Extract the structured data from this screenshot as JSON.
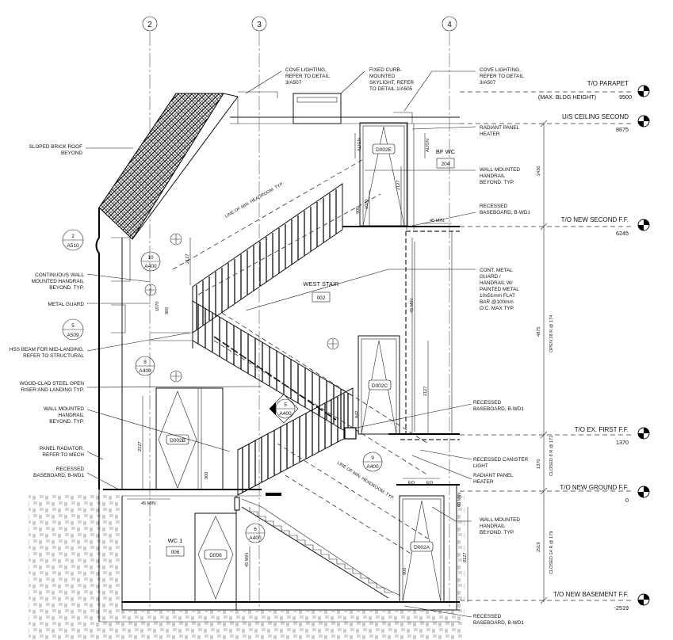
{
  "grid_lines": [
    "2",
    "3",
    "4"
  ],
  "levels": [
    {
      "name": "T/O PARAPET",
      "note": "(MAX. BLDG HEIGHT)",
      "elevation": "9500"
    },
    {
      "name": "U/S CEILING SECOND",
      "elevation": "8675"
    },
    {
      "name": "T/O NEW SECOND F.F.",
      "elevation": "6245"
    },
    {
      "name": "T/O EX. FIRST F.F.",
      "elevation": "1370"
    },
    {
      "name": "T/O NEW GROUND F.F.",
      "elevation": "0"
    },
    {
      "name": "T/O NEW BASEMENT F.F.",
      "elevation": "-2519"
    }
  ],
  "notes_left": [
    [
      "SLOPED BRICK ROOF",
      "BEYOND"
    ],
    [
      "CONTINUOUS WALL",
      "MOUNTED HANDRAIL",
      "BEYOND. TYP."
    ],
    [
      "METAL GUARD"
    ],
    [
      "HSS BEAM FOR MID-LANDING,",
      "REFER TO STRUCTURAL"
    ],
    [
      "WOOD-CLAD STEEL OPEN",
      "RISER AND LANDING TYP."
    ],
    [
      "WALL MOUNTED",
      "HANDRAIL",
      "BEYOND. TYP."
    ],
    [
      "PANEL RADIATOR,",
      "REFER TO MECH"
    ],
    [
      "RECESSED",
      "BASEBOARD, B-WD1"
    ]
  ],
  "notes_top": [
    [
      "COVE LIGHTING,",
      "REFER TO DETAIL",
      "3/A507"
    ],
    [
      "FIXED CURB-",
      "MOUNTED",
      "SKYLIGHT, REFER",
      "TO DETAIL 1/A505"
    ],
    [
      "COVE LIGHTING,",
      "REFER TO DETAIL",
      "3/A507"
    ]
  ],
  "notes_right": [
    [
      "RADIANT PANEL",
      "HEATER"
    ],
    [
      "WALL MOUNTED",
      "HANDRAIL",
      "BEYOND. TYP."
    ],
    [
      "RECESSED",
      "BASEBOARD, B-WD1"
    ],
    [
      "CONT. METAL",
      "GUARD /",
      "HANDRAIL W/",
      "PAINTED METAL",
      "10x51mm FLAT",
      "BAR @100mm",
      "O.C. MAX TYP."
    ],
    [
      "RECESSED",
      "BASEBOARD, B-WD1"
    ],
    [
      "RECESSED CANISTER",
      "LIGHT"
    ],
    [
      "RADIANT PANEL",
      "HEATER"
    ],
    [
      "WALL MOUNTED",
      "HANDRAIL",
      "BEYOND. TYP."
    ],
    [
      "RECESSED",
      "BASEBOARD, B-WD1"
    ]
  ],
  "rooms": [
    {
      "name": "BF WC",
      "number": "204"
    },
    {
      "name": "WEST STAIR",
      "number": "002"
    },
    {
      "name": "WC 1",
      "number": "006"
    }
  ],
  "doors": [
    "D002E",
    "D002C",
    "D002B",
    "D006",
    "D002A"
  ],
  "section_refs": [
    {
      "num": "2",
      "sheet": "A510"
    },
    {
      "num": "10",
      "sheet": "A400"
    },
    {
      "num": "5",
      "sheet": "A509"
    },
    {
      "num": "8",
      "sheet": "A400"
    },
    {
      "num": "5",
      "sheet": "A400"
    },
    {
      "num": "9",
      "sheet": "A400"
    },
    {
      "num": "6",
      "sheet": "A400"
    }
  ],
  "headroom_label": "LINE OF MIN. HEADROOM. TYP.",
  "headroom_label_lower": "LINE OF MIN. HEADROOM. TYP.",
  "dims": {
    "min45": "45 MIN.",
    "min45_v": "45 MIN",
    "d2430": "2430",
    "d4875": "4875",
    "d1370": "1370",
    "d2519": "2519",
    "d2127": "2127",
    "d1070": "1070",
    "d900": "900",
    "d842": "842",
    "d60min": "60 MIN",
    "eq": "EQ",
    "align": "ALIGN",
    "open28": "OPEN 28 R @ 174",
    "closed8": "CLOSED 8 R @ 171",
    "closed14": "CLOSED 14 R @ 179"
  }
}
